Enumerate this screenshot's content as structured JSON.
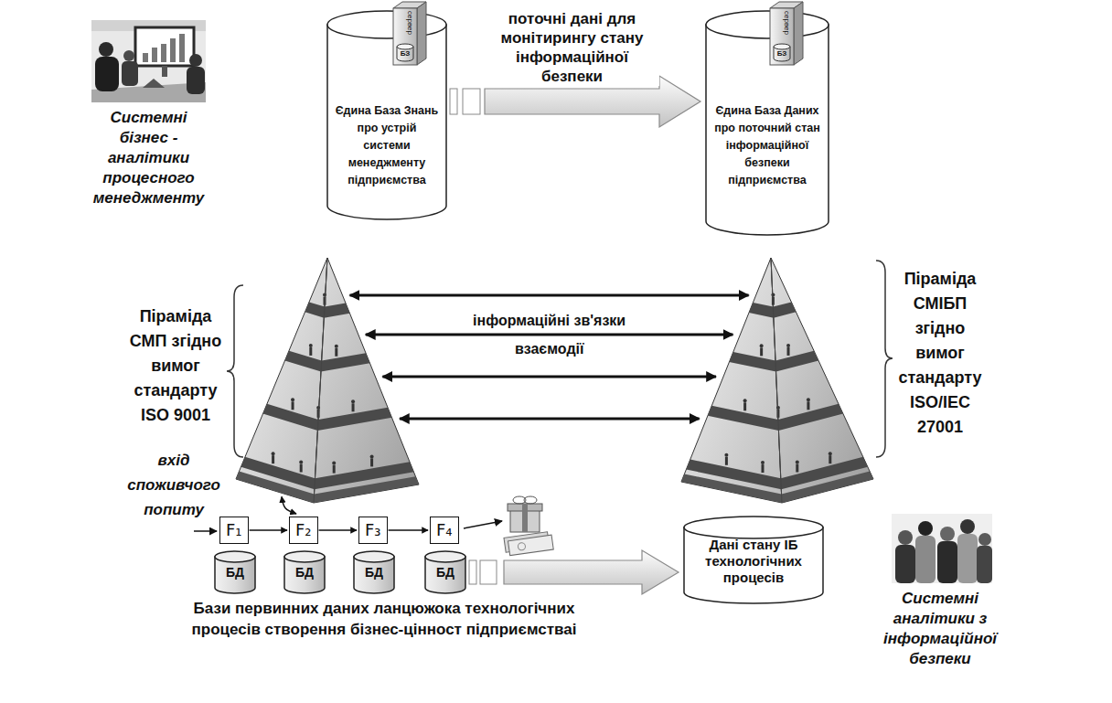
{
  "diagram": {
    "nodes": [
      {
        "text": [
          "Єдина База Знань про устрій системи менеджменту підприємства"
        ]
      },
      {
        "text": [
          "Єдина База Даних про поточний стан інформаційної безпеки підприємства"
        ]
      },
      {
        "text": [
          "Піраміда СМП згідно вимог стандарту ISO 9001"
        ]
      },
      {
        "text": [
          "Піраміда СМІБП згідно вимог стандарту ISO/IEC 27001"
        ]
      },
      {
        "text": [
          "F₁"
        ]
      },
      {
        "text": [
          "F₂"
        ]
      },
      {
        "text": [
          "F₃"
        ]
      },
      {
        "text": [
          "F₄"
        ]
      },
      {
        "text": [
          "БД"
        ]
      },
      {
        "text": [
          "БД"
        ]
      },
      {
        "text": [
          "БД"
        ]
      },
      {
        "text": [
          "БД"
        ]
      },
      {
        "text": [
          "Дані стану ІБ технологічних процесів"
        ]
      }
    ],
    "edges": [
      {
        "from": 0,
        "to": 1,
        "arrow": "to",
        "label": "поточні дані для монітирингу стану інформаційної безпеки"
      },
      {
        "from": 2,
        "to": 3,
        "arrow": "both"
      },
      {
        "from": 2,
        "to": 3,
        "arrow": "both",
        "label": "інформаційні зв'язки"
      },
      {
        "from": 2,
        "to": 3,
        "arrow": "both",
        "label": "взаємодії"
      },
      {
        "from": 2,
        "to": 3,
        "arrow": "both"
      },
      {
        "from": 2,
        "to": 5,
        "arrow": "both"
      },
      {
        "from": 4,
        "to": 5,
        "arrow": "to"
      },
      {
        "from": 5,
        "to": 6,
        "arrow": "to"
      },
      {
        "from": 6,
        "to": 7,
        "arrow": "to"
      },
      {
        "from": 11,
        "to": 12,
        "arrow": "to"
      }
    ],
    "labels": [
      "Системні бізнес - аналітики процесного менеджменту",
      "сервер",
      "БЗ",
      "сервер",
      "БЗ",
      "вхід споживчого попиту",
      "Бази первинних даних ланцюжока технологічних процесів створення бізнес-цінност підприємстваі",
      "Системні аналітики з інформаційної безпеки"
    ]
  }
}
